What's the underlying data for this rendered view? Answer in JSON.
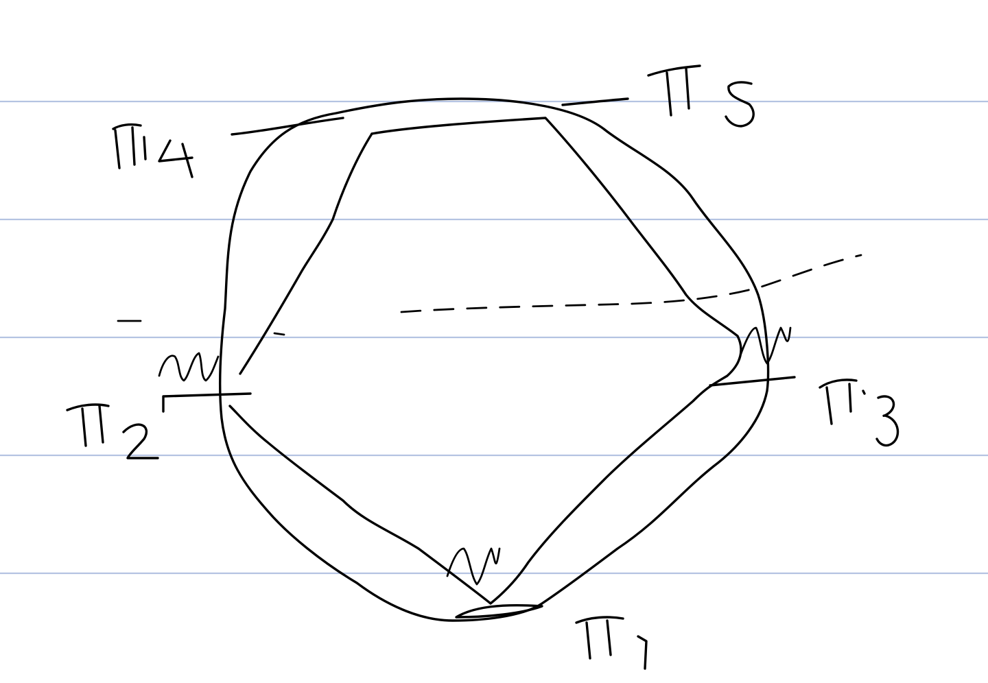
{
  "notebook": {
    "ruling_color": "#b4c3e2",
    "ink_color": "#000000"
  },
  "diagram": {
    "description_type": "hand-drawn orbital energy diagram",
    "labels": [
      {
        "id": "pi1",
        "text": "π₁",
        "role": "lowest level"
      },
      {
        "id": "pi2",
        "text": "π₂",
        "role": "left level"
      },
      {
        "id": "pi3",
        "text": "π₃",
        "role": "right level"
      },
      {
        "id": "pi4",
        "text": "π₄",
        "role": "upper-left level"
      },
      {
        "id": "pi5",
        "text": "π₅",
        "role": "upper-right level"
      }
    ],
    "electron_marks": [
      "↑↓",
      "↑↓",
      "↑↓"
    ]
  }
}
